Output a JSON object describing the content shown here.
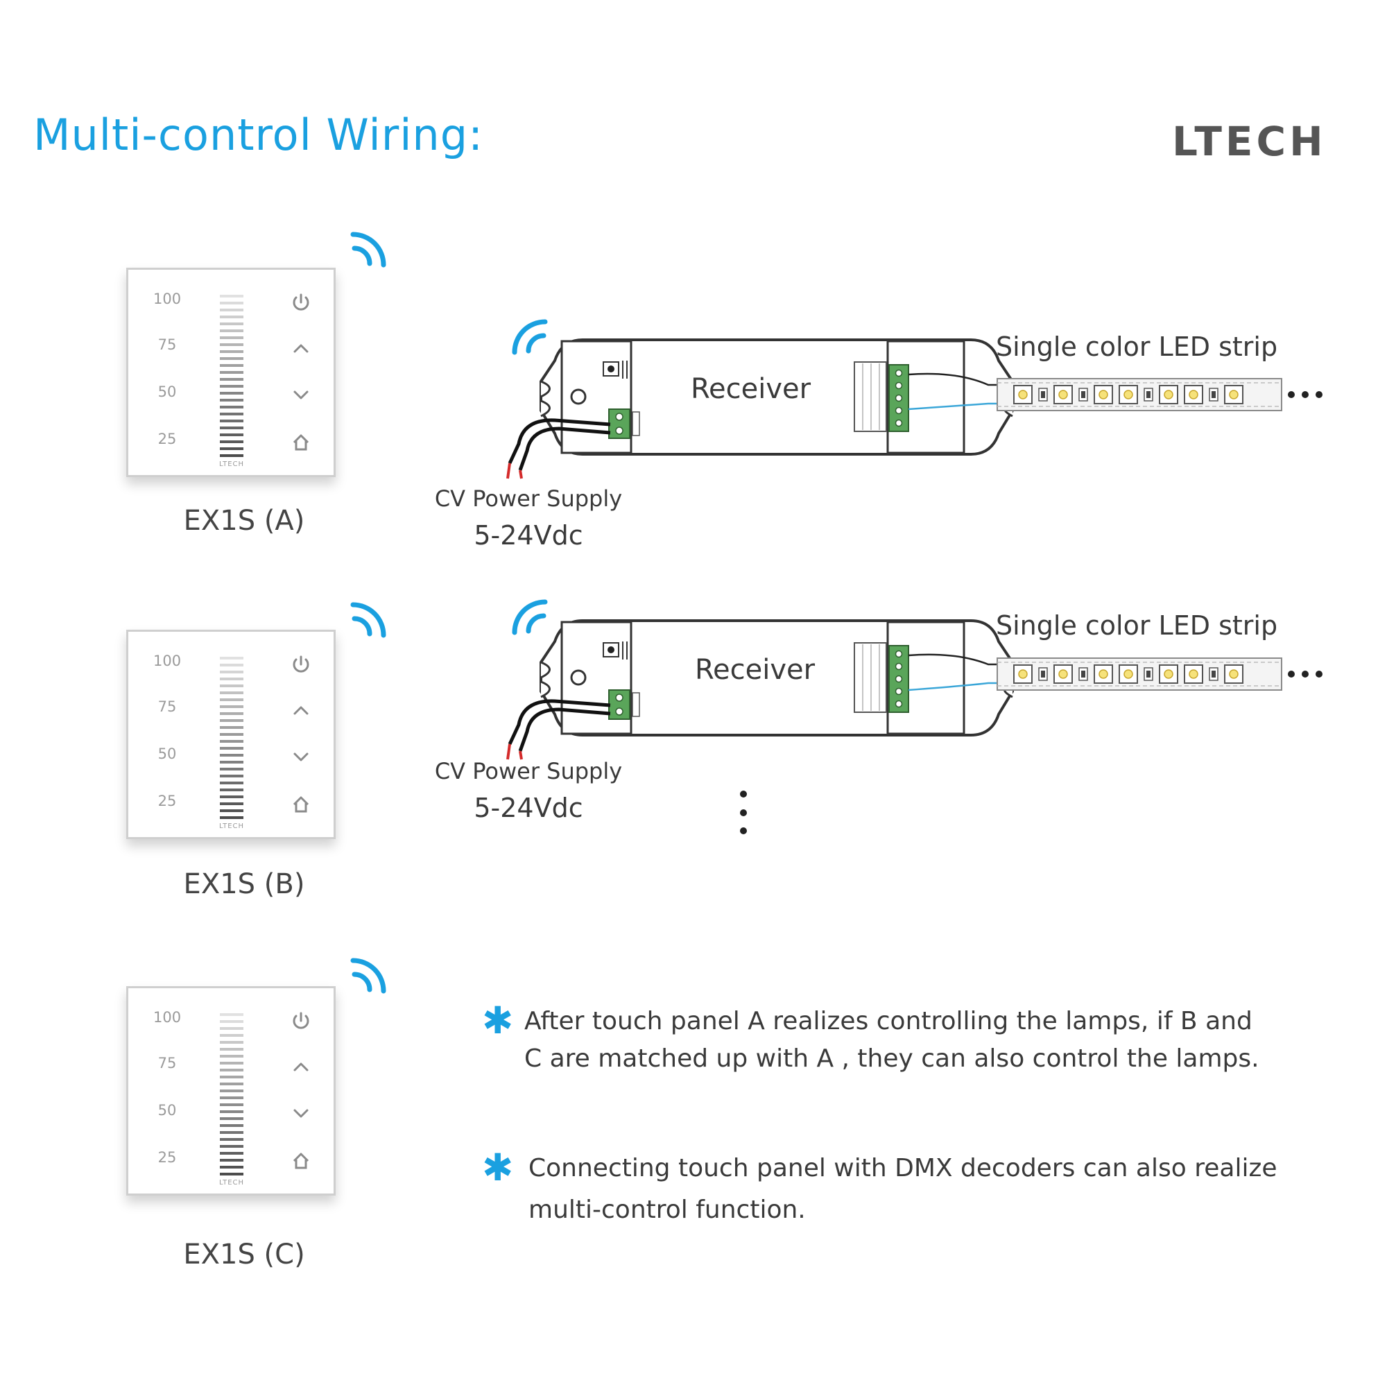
{
  "header": {
    "title": "Multi-control Wiring:",
    "brand": "LTECH"
  },
  "panels": [
    {
      "label": "EX1S (A)",
      "scale": [
        "100",
        "75",
        "50",
        "25"
      ],
      "logo": "LTECH"
    },
    {
      "label": "EX1S (B)",
      "scale": [
        "100",
        "75",
        "50",
        "25"
      ],
      "logo": "LTECH"
    },
    {
      "label": "EX1S (C)",
      "scale": [
        "100",
        "75",
        "50",
        "25"
      ],
      "logo": "LTECH"
    }
  ],
  "receivers": [
    {
      "label": "Receiver",
      "strip": "Single color LED strip",
      "psu": "CV Power Supply",
      "voltage": "5-24Vdc"
    },
    {
      "label": "Receiver",
      "strip": "Single color LED strip",
      "psu": "CV Power Supply",
      "voltage": "5-24Vdc"
    }
  ],
  "notes": {
    "star": "✱",
    "note1_line1": "After touch panel A realizes controlling the lamps, if B and",
    "note1_line2": "C are matched up with A , they can also control the lamps.",
    "note2_line1": "Connecting touch panel with DMX decoders can also realize",
    "note2_line2": "multi-control function."
  },
  "colors": {
    "accent": "#1aa0e0",
    "terminal": "#5aa55a",
    "wire_blue": "#3aa6d8",
    "wire_red": "#d42a2a"
  }
}
